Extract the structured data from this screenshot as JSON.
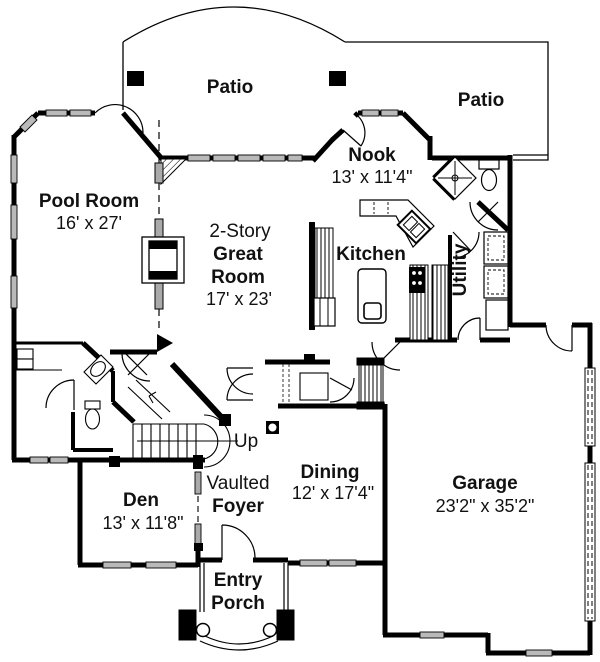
{
  "title": "House floor plan - main level",
  "colors": {
    "line": "#000000",
    "window_fill": "#b9b9b9",
    "paper": "#ffffff",
    "text": "#111111"
  },
  "rooms": {
    "patio_left": {
      "label": "Patio"
    },
    "patio_right": {
      "label": "Patio"
    },
    "pool_room": {
      "label": "Pool Room",
      "dims": "16' x 27'"
    },
    "great_room": {
      "prefix": "2-Story",
      "name1": "Great",
      "name2": "Room",
      "dims": "17' x 23'"
    },
    "nook": {
      "label": "Nook",
      "dims": "13' x 11'4\""
    },
    "kitchen": {
      "label": "Kitchen"
    },
    "utility": {
      "label": "Utility"
    },
    "dining": {
      "label": "Dining",
      "dims": "12' x 17'4\""
    },
    "den": {
      "label": "Den",
      "dims": "13' x 11'8\""
    },
    "garage": {
      "label": "Garage",
      "dims": "23'2\" x 35'2\""
    },
    "foyer": {
      "line1": "Vaulted",
      "line2": "Foyer"
    },
    "entry_porch": {
      "line1": "Entry",
      "line2": "Porch"
    },
    "stairs": {
      "label": "Up"
    }
  }
}
